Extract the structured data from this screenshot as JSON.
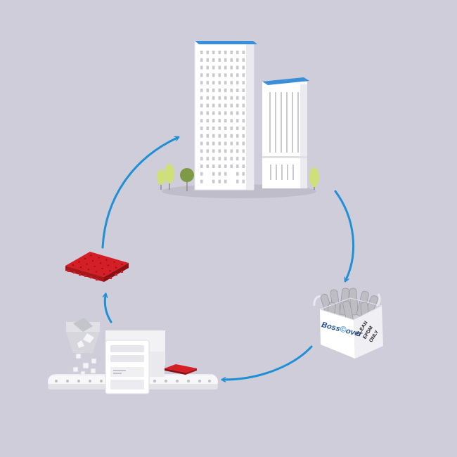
{
  "colors": {
    "background": "#cfcdd9",
    "arrow": "#1f8fd6",
    "roof": "#3a8fd8",
    "tile_red": "#d41f26",
    "tile_dark": "#8c0f14",
    "building": "#ffffff",
    "window": "#c9c9cf",
    "tree_light": "#cfe07a",
    "tree_dark": "#7f9a44"
  },
  "bag": {
    "brand_prefix": "Boss",
    "brand_suffix": "over",
    "label_line1": "CLEAN",
    "label_line2": "EPDM",
    "label_line3": "ONLY"
  },
  "cycle": {
    "stages": [
      "buildings",
      "collection-bag",
      "recycling-factory",
      "rubber-tile"
    ],
    "icons": [
      "building-icon",
      "bag-icon",
      "factory-icon",
      "tile-icon",
      "tree-icon",
      "arrow-icon"
    ]
  }
}
